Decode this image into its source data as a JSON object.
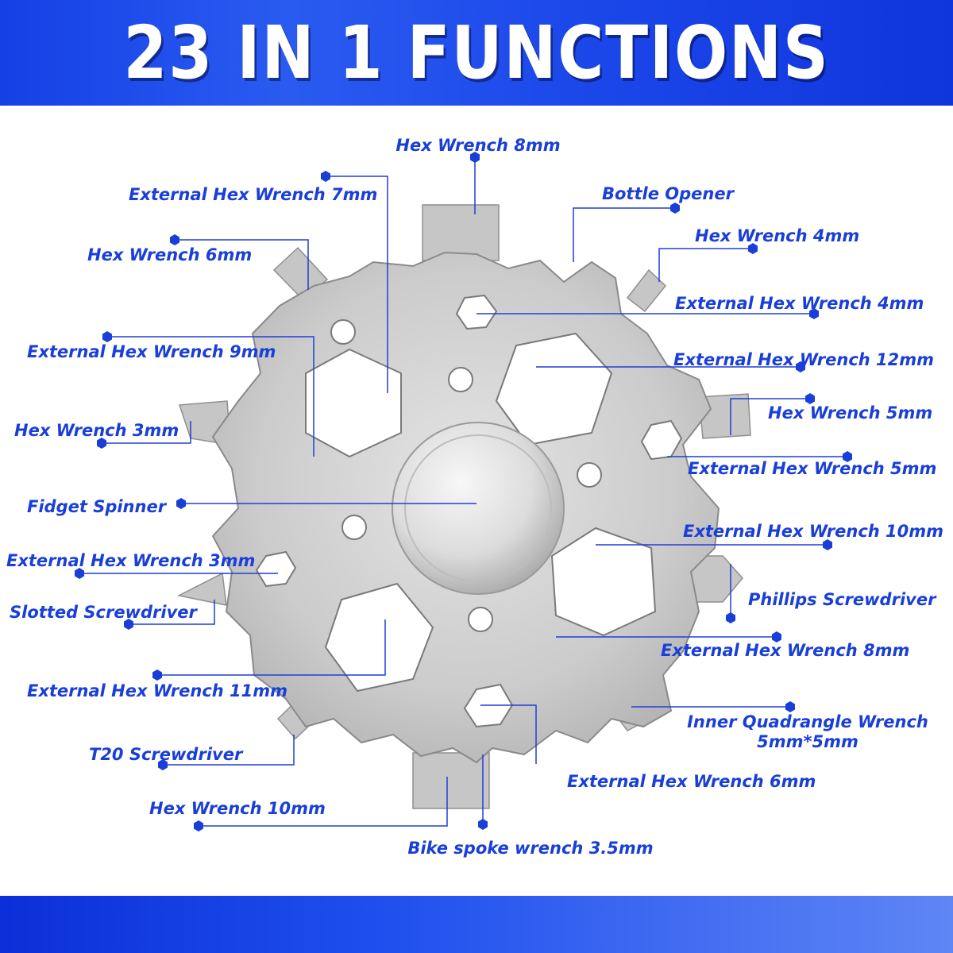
{
  "header": {
    "title": "23 IN 1 FUNCTIONS"
  },
  "colors": {
    "accent": "#1a3fd8",
    "banner": "#1c48ea",
    "metal": "#c8c8c8"
  },
  "labels": {
    "hex_wrench_8mm": "Hex Wrench 8mm",
    "ext_hex_7mm": "External Hex Wrench 7mm",
    "bottle_opener": "Bottle Opener",
    "hex_wrench_6mm": "Hex Wrench 6mm",
    "hex_wrench_4mm": "Hex Wrench 4mm",
    "ext_hex_4mm": "External Hex Wrench 4mm",
    "ext_hex_9mm": "External Hex Wrench 9mm",
    "ext_hex_12mm": "External Hex Wrench 12mm",
    "hex_wrench_5mm": "Hex Wrench 5mm",
    "hex_wrench_3mm": "Hex Wrench 3mm",
    "ext_hex_5mm": "External Hex Wrench 5mm",
    "fidget_spinner": "Fidget Spinner",
    "ext_hex_10mm": "External Hex Wrench 10mm",
    "ext_hex_3mm": "External Hex Wrench 3mm",
    "phillips": "Phillips Screwdriver",
    "slotted": "Slotted Screwdriver",
    "ext_hex_8mm": "External Hex Wrench 8mm",
    "ext_hex_11mm": "External Hex Wrench 11mm",
    "inner_quad_line1": "Inner Quadrangle Wrench",
    "inner_quad_line2": "5mm*5mm",
    "t20": "T20 Screwdriver",
    "ext_hex_6mm": "External Hex Wrench 6mm",
    "hex_wrench_10mm": "Hex Wrench 10mm",
    "bike_spoke": "Bike spoke wrench 3.5mm"
  }
}
